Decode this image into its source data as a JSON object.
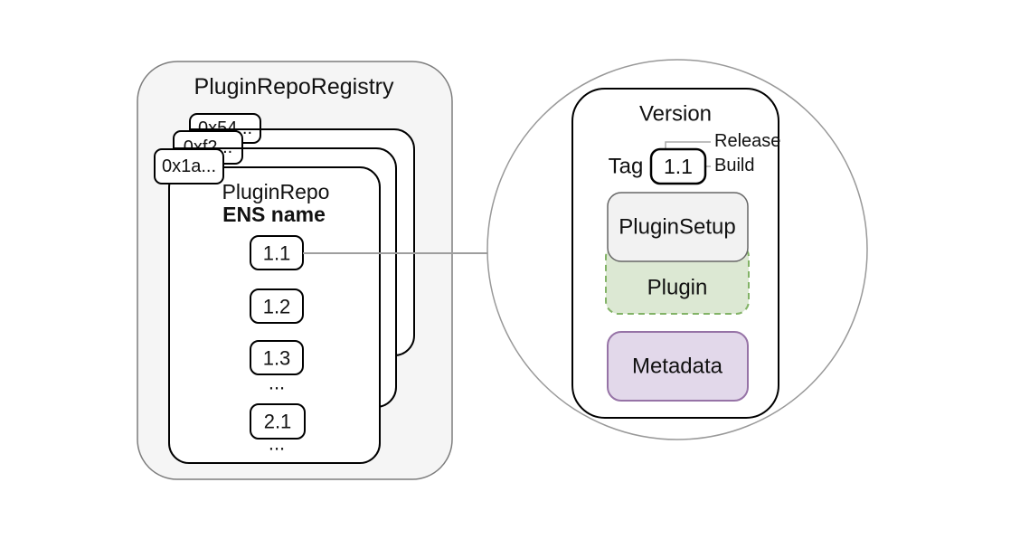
{
  "diagram": {
    "registry": {
      "title": "PluginRepoRegistry",
      "repo_address_back": "0x54...",
      "repo_address_middle": "0xf2...",
      "repo_address_front": "0x1a...",
      "plugin_repo": {
        "title": "PluginRepo",
        "ens_label": "ENS name",
        "version_1_1": "1.1",
        "version_1_2": "1.2",
        "version_1_3": "1.3",
        "ellipsis_releases": "...",
        "version_2_1": "2.1",
        "ellipsis_more": "..."
      }
    },
    "version_detail": {
      "title": "Version",
      "tag_label": "Tag",
      "tag_value": "1.1",
      "release_label": "Release",
      "build_label": "Build",
      "plugin_setup_label": "PluginSetup",
      "plugin_label": "Plugin",
      "metadata_label": "Metadata"
    },
    "colors": {
      "registry_fill": "#f5f5f5",
      "ens_text": "#92a7e3",
      "plugin_setup_fill": "#f2f2f2",
      "plugin_fill": "#dce8d3",
      "metadata_fill": "#e2d8ea",
      "muted_text": "#8c8c8c"
    }
  }
}
